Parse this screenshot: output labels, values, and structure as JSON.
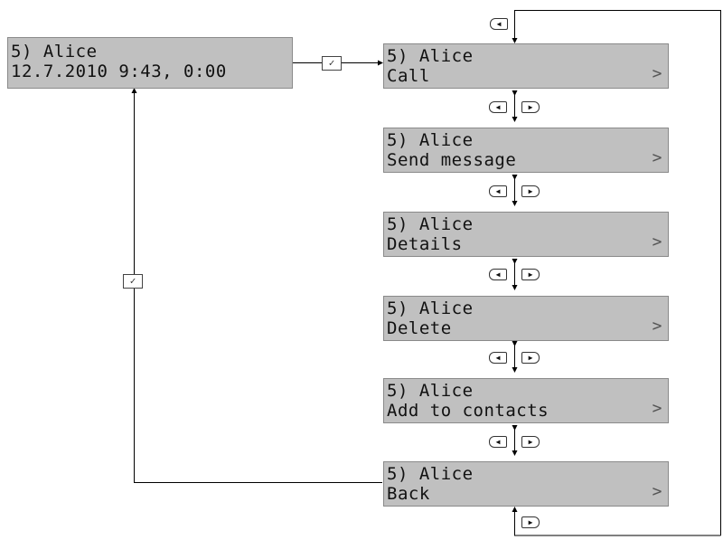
{
  "start_screen": {
    "line1": "5) Alice",
    "line2": "12.7.2010 9:43, 0:00"
  },
  "menu": [
    {
      "line1": "5) Alice",
      "line2": "Call",
      "chevron": ">"
    },
    {
      "line1": "5) Alice",
      "line2": "Send message",
      "chevron": ">"
    },
    {
      "line1": "5) Alice",
      "line2": "Details",
      "chevron": ">"
    },
    {
      "line1": "5) Alice",
      "line2": "Delete",
      "chevron": ">"
    },
    {
      "line1": "5) Alice",
      "line2": "Add to contacts",
      "chevron": ">"
    },
    {
      "line1": "5) Alice",
      "line2": "Back",
      "chevron": ">"
    }
  ],
  "icons": {
    "ok": "✓",
    "left": "◀",
    "right": "▶"
  }
}
